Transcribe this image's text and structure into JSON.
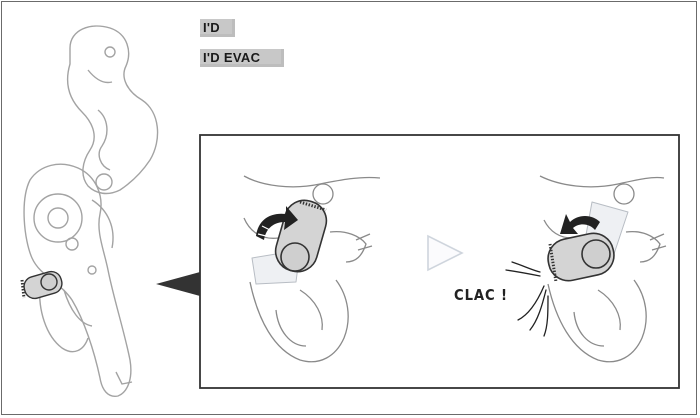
{
  "labels": {
    "device_1": "I'D",
    "device_2": "I'D EVAC",
    "sound": "CLAC !"
  },
  "icons": {
    "step_arrow": "next-step-triangle-icon",
    "pointer": "zoom-pointer-icon",
    "rotate_forward": "curved-arrow-clockwise-icon",
    "rotate_back": "curved-arrow-counterclockwise-icon"
  },
  "colors": {
    "outline": "#8a8a8a",
    "dark": "#333333",
    "tag_bg": "#c8c8c8",
    "handle_fill": "#d4d4d4",
    "arrow_fill": "#e8ebef"
  }
}
